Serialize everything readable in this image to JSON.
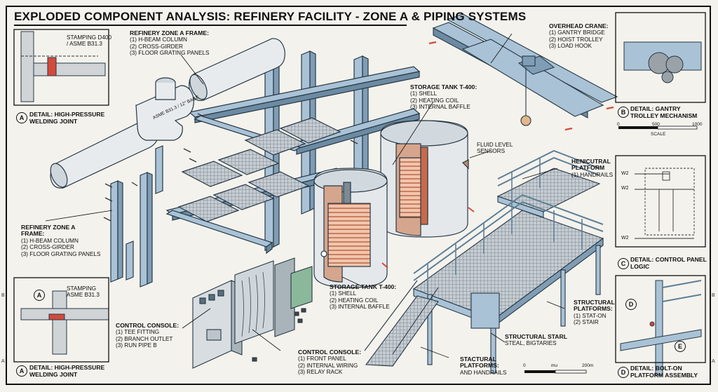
{
  "title": "EXPLODED COMPONENT ANALYSIS: REFINERY FACILITY - ZONE A & PIPING SYSTEMS",
  "frame_a": {
    "heading": "REFINERY ZONE A FRAME:",
    "items": [
      "(1) H-BEAM COLUMN",
      "(2) CROSS-GIRDER",
      "(3) FLOOR GRATING PANELS"
    ]
  },
  "frame_a_lower": {
    "heading_line1": "REFINERY ZONE A",
    "heading_line2": "FRAME:",
    "items": [
      "(1) H-BEAM COLUMN",
      "(2) CROSS-GIRDER",
      "(3) FLOOR GRATING PANELS"
    ]
  },
  "overhead_crane": {
    "heading": "OVERHEAD CRANE:",
    "items": [
      "(1) GANTRY BRIDGE",
      "(2) HOIST TROLLEY",
      "(3) LOAD HOOK"
    ]
  },
  "storage_tank_upper": {
    "heading": "STORAGE TANK T-400:",
    "items": [
      "(1) SHELL",
      "(2) HEATING COIL",
      "(3) INTERNAL BAFFLE"
    ]
  },
  "storage_tank_lower": {
    "heading": "STORAGE TANK T-400:",
    "items": [
      "(1) SHELL",
      "(2) HEATING COIL",
      "(3) INTERNAL BAFFLE"
    ]
  },
  "fluid_sensors": {
    "line1": "FLUID LEVEL",
    "line2": "SENSORS"
  },
  "henicutral": {
    "line1": "HENICUTRAL",
    "line2": "PLATFORM",
    "item": "(1) HANDRAILS"
  },
  "structural_platforms": {
    "line1": "STRUCTURAL",
    "line2": "PLATFORMS:",
    "items": [
      "(1) STAT-ON",
      "(2) STAIR"
    ]
  },
  "structural_starl": {
    "line1": "STRUCTURAL STARL",
    "line2": "STEAL, BIGTARIES"
  },
  "stactural": {
    "line1": "STACTURAL",
    "line2": "PLATFORMS:",
    "line3": "AND HANDRAILS"
  },
  "control_console_left": {
    "heading": "CONTROL CONSOLE:",
    "items": [
      "(1) TEE FITTING",
      "(2) BRANCH OUTLET",
      "(3) RUN PIPE B"
    ]
  },
  "control_console_right": {
    "heading": "CONTROL CONSOLE:",
    "items": [
      "(1) FRONT PANEL",
      "(2) INTERNAL WIRING",
      "(3) RELAY RACK"
    ]
  },
  "detail_a_upper": {
    "letter": "A",
    "line1": "DETAIL: HIGH-PRESSURE",
    "line2": "WELDING JOINT",
    "stamp1": "STAMPING D400",
    "stamp2": "/ ASME B31.3"
  },
  "detail_a_lower": {
    "letter": "A",
    "line1": "DETAIL: HIGH-PRESSURE",
    "line2": "WELDING JOINT",
    "stamp1": "STAMPING",
    "stamp2": "ASME B31.3",
    "marker": "A"
  },
  "detail_b": {
    "letter": "B",
    "line1": "DETAIL: GANTRY",
    "line2": "TROLLEY MECHANISM"
  },
  "detail_c": {
    "letter": "C",
    "line1": "DETAIL: CONTROL PANEL",
    "line2": "LOGIC",
    "w2a": "W2",
    "w2b": "W2",
    "w2c": "W2"
  },
  "detail_d": {
    "letter": "D",
    "line1": "DETAIL: BOLT-ON",
    "line2": "PLATFORM ASSEMBLY",
    "marker_d": "D",
    "marker_e": "E"
  },
  "scale_top": {
    "t0": "0",
    "t1": "500",
    "t2": "1000",
    "label": "SCALE"
  },
  "scale_bottom": {
    "t0": "0",
    "t1": "mu",
    "t2": "200m"
  },
  "pipe_text": "ASME B31.3 / 12\" BAGE",
  "margin": {
    "b": "B",
    "a": "A",
    "b2": "B",
    "a2": "A"
  },
  "colors": {
    "steel": "#a9c2d6",
    "steel_dark": "#5e7f98",
    "copper": "#e3a07f",
    "grate": "#bfc6cc",
    "red": "#d44a3a",
    "pipe": "#e8ebee",
    "green": "#8bb89a"
  }
}
